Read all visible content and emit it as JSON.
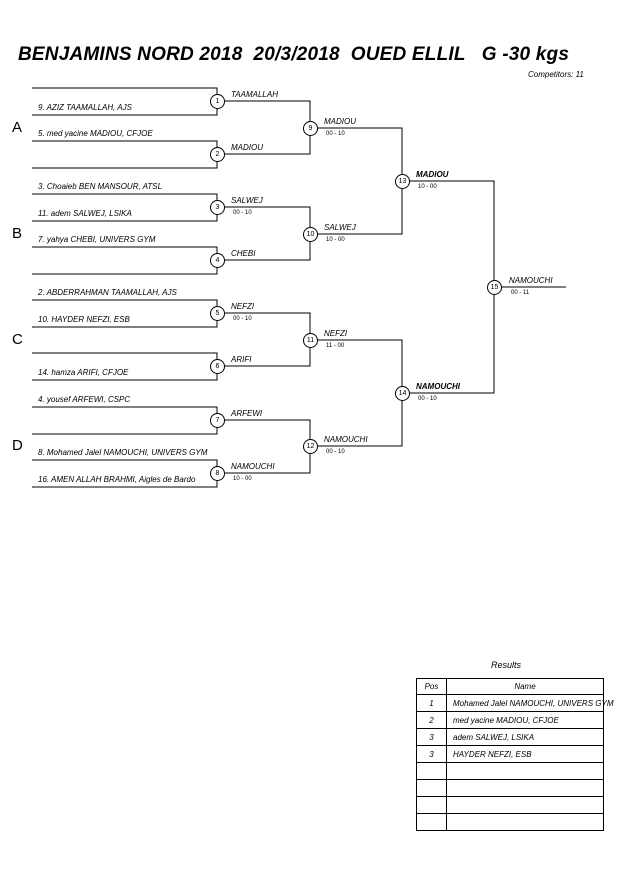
{
  "header": {
    "title": "BENJAMINS NORD 2018  20/3/2018  OUED ELLIL   G -30 kgs",
    "competitors": "Competitors: 11"
  },
  "pools": [
    "A",
    "B",
    "C",
    "D"
  ],
  "entries": [
    "9. AZIZ TAAMALLAH, AJS",
    "5. med yacine MADIOU, CFJOE",
    "3. Choaieb BEN MANSOUR, ATSL",
    "11. adem SALWEJ, LSIKA",
    "7. yahya CHEBI, UNIVERS GYM",
    "2. ABDERRAHMAN TAAMALLAH, AJS",
    "10. HAYDER NEFZI, ESB",
    "14. hamza ARIFI, CFJOE",
    "4. yousef ARFEWI, CSPC",
    "8. Mohamed Jalel NAMOUCHI, UNIVERS GYM",
    "16. AMEN ALLAH BRAHMI, Aigles de Bardo"
  ],
  "matches": [
    {
      "num": "1",
      "winner": "TAAMALLAH",
      "score": ""
    },
    {
      "num": "2",
      "winner": "MADIOU",
      "score": ""
    },
    {
      "num": "3",
      "winner": "SALWEJ",
      "score": "00 - 10"
    },
    {
      "num": "4",
      "winner": "CHEBI",
      "score": ""
    },
    {
      "num": "5",
      "winner": "NEFZI",
      "score": "00 - 10"
    },
    {
      "num": "6",
      "winner": "ARIFI",
      "score": ""
    },
    {
      "num": "7",
      "winner": "ARFEWI",
      "score": ""
    },
    {
      "num": "8",
      "winner": "NAMOUCHI",
      "score": "10 - 00"
    },
    {
      "num": "9",
      "winner": "MADIOU",
      "score": "00 - 10"
    },
    {
      "num": "10",
      "winner": "SALWEJ",
      "score": "10 - 00"
    },
    {
      "num": "11",
      "winner": "NEFZI",
      "score": "11 - 00"
    },
    {
      "num": "12",
      "winner": "NAMOUCHI",
      "score": "00 - 10"
    },
    {
      "num": "13",
      "winner": "MADIOU",
      "score": "10 - 00"
    },
    {
      "num": "14",
      "winner": "NAMOUCHI",
      "score": "00 - 10"
    },
    {
      "num": "15",
      "winner": "NAMOUCHI",
      "score": "00 - 11"
    }
  ],
  "results": {
    "title": "Results",
    "headers": {
      "pos": "Pos",
      "name": "Name"
    },
    "rows": [
      {
        "pos": "1",
        "name": "Mohamed Jalel NAMOUCHI, UNIVERS GYM"
      },
      {
        "pos": "2",
        "name": "med yacine MADIOU, CFJOE"
      },
      {
        "pos": "3",
        "name": "adem  SALWEJ, LSIKA"
      },
      {
        "pos": "3",
        "name": "HAYDER NEFZI, ESB"
      },
      {
        "pos": "",
        "name": ""
      },
      {
        "pos": "",
        "name": ""
      },
      {
        "pos": "",
        "name": ""
      },
      {
        "pos": "",
        "name": ""
      }
    ]
  }
}
